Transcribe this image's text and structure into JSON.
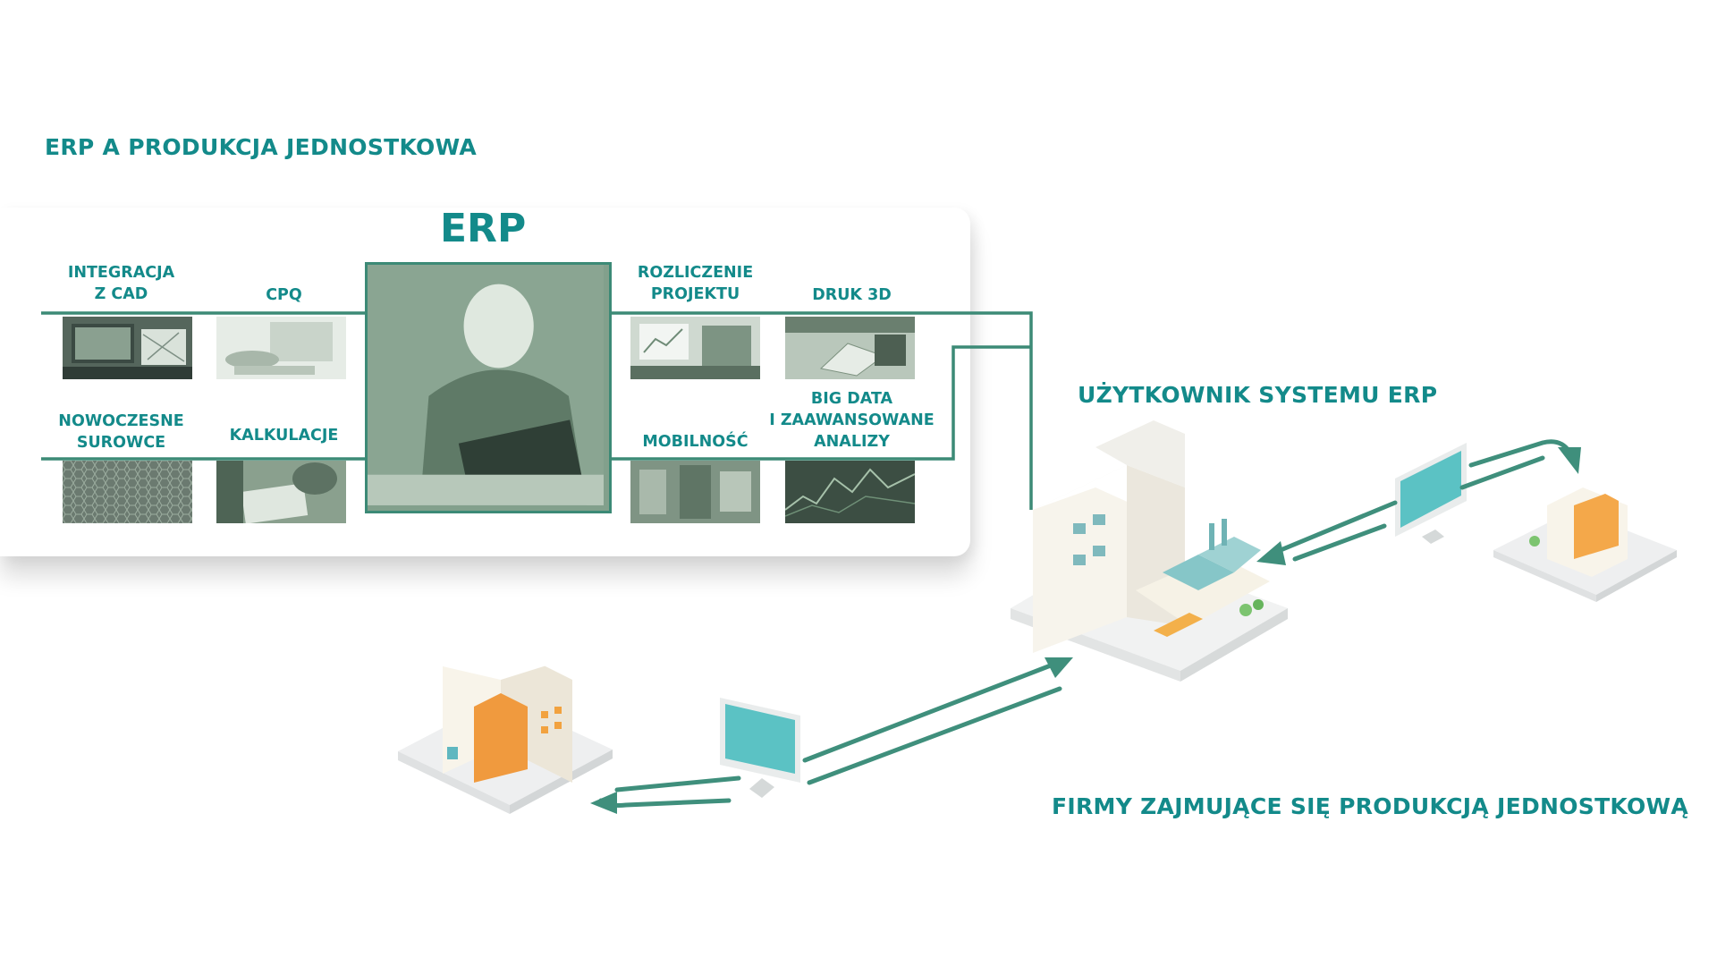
{
  "title": "ERP A PRODUKCJA JEDNOSTKOWA",
  "erp_heading": "ERP",
  "modules": [
    {
      "label": "INTEGRACJA\nZ CAD"
    },
    {
      "label": "CPQ"
    },
    {
      "label": "NOWOCZESNE\nSUROWCE"
    },
    {
      "label": "KALKULACJE"
    },
    {
      "label": "ROZLICZENIE\nPROJEKTU"
    },
    {
      "label": "DRUK 3D"
    },
    {
      "label": "MOBILNOŚĆ"
    },
    {
      "label": "BIG DATA\nI ZAAWANSOWANE\nANALIZY"
    }
  ],
  "user_label": "UŻYTKOWNIK SYSTEMU ERP",
  "firms_label": "FIRMY ZAJMUJĄCE SIĘ PRODUKCJĄ JEDNOSTKOWĄ",
  "colors": {
    "accent": "#138a8a",
    "line": "#3c8a76",
    "arrow": "#3f8f7c",
    "screen": "#5bc2c4"
  },
  "icons": [
    "factory-icon",
    "monitor-icon",
    "customer-building-icon"
  ]
}
